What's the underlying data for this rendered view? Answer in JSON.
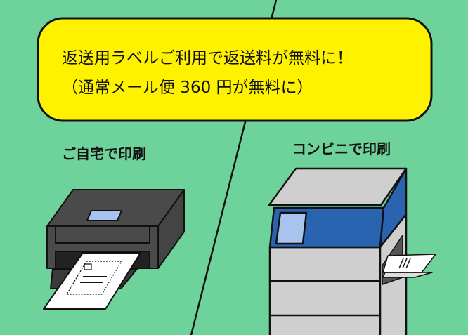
{
  "banner": {
    "line1": "返送用ラベルご利用で返送料が無料に！",
    "line2": "（通常メール便 360 円が無料に）"
  },
  "home": {
    "heading": "ご自宅で印刷"
  },
  "convenience_store": {
    "heading": "コンビニで印刷"
  },
  "colors": {
    "background": "#6dd39a",
    "banner": "#fff200",
    "copier_blue": "#2a63b0",
    "printer_dark": "#4a4a4a",
    "copier_gray": "#cfcfcf"
  }
}
